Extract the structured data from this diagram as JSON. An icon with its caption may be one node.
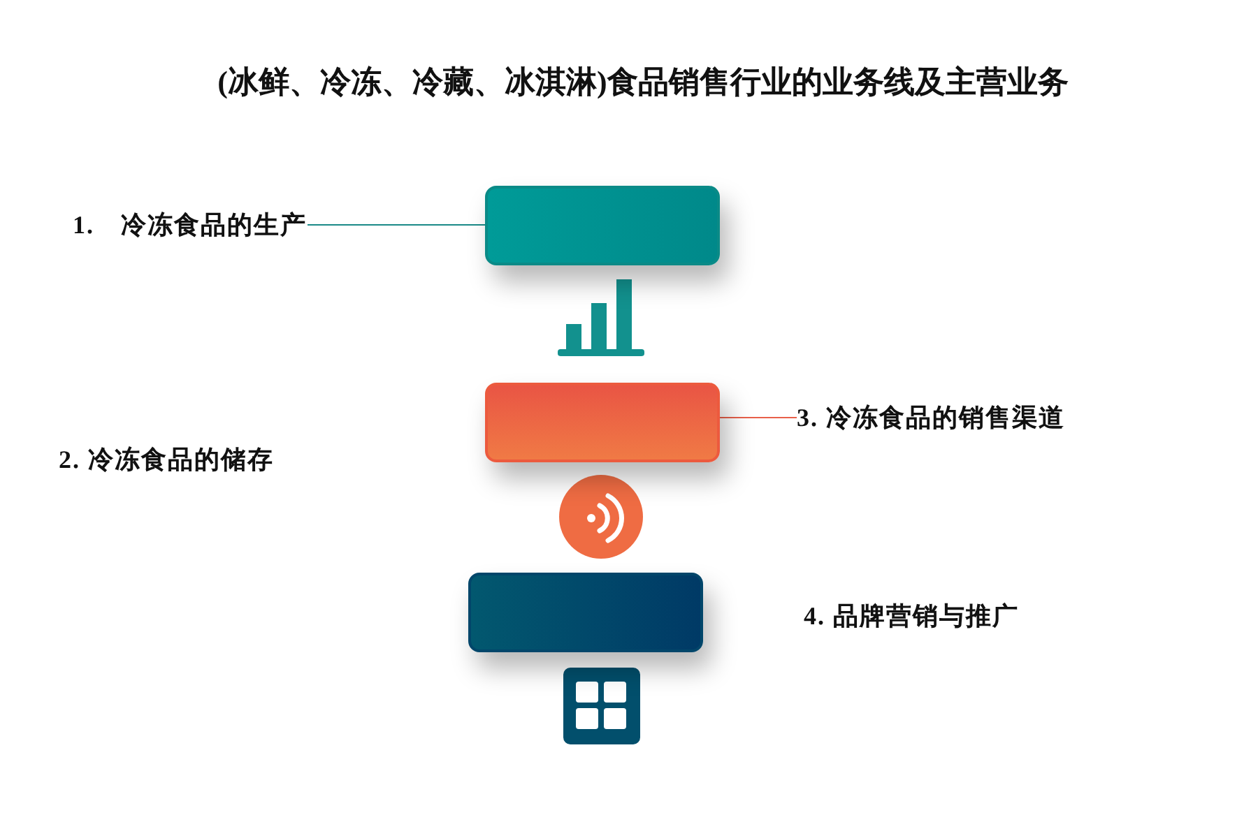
{
  "diagram": {
    "title": "(冰鲜、冷冻、冷藏、冰淇淋)食品销售行业的业务线及主营业务",
    "nodes": [
      {
        "text": [
          "1.　冷冻食品的生产"
        ]
      },
      {
        "text": [],
        "shape": "box"
      },
      {
        "text": [],
        "shape": "box"
      },
      {
        "text": [
          "3.  冷冻食品的销售渠道"
        ]
      },
      {
        "text": [
          "2.  冷冻食品的储存"
        ]
      },
      {
        "text": [],
        "shape": "box"
      },
      {
        "text": [
          "4.  品牌营销与推广"
        ]
      }
    ],
    "edges": [
      {
        "from": 0,
        "to": 1,
        "arrow": "none"
      },
      {
        "from": 2,
        "to": 3,
        "arrow": "none",
        "color": "#e8604a"
      }
    ]
  }
}
